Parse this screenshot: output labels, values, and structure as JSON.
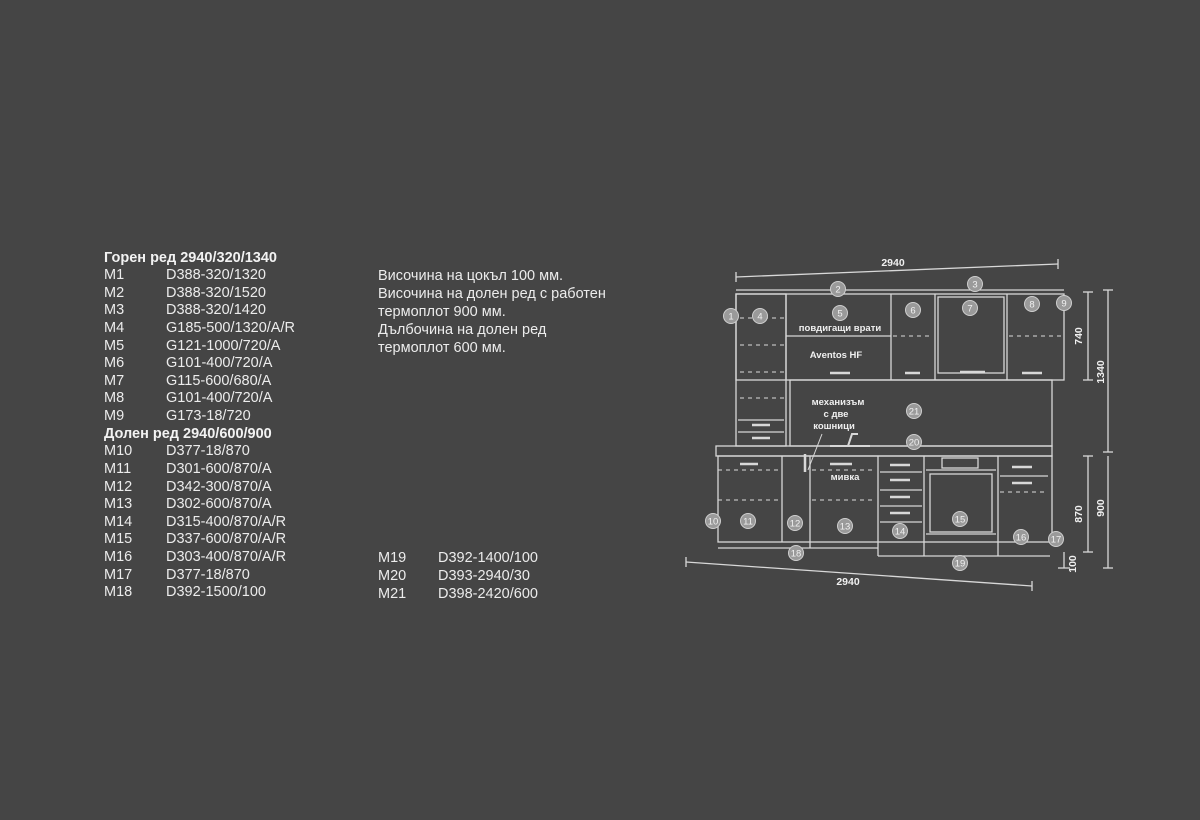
{
  "upper": {
    "heading": "Горен ред 2940/320/1340",
    "items": [
      {
        "m": "M1",
        "code": "D388-320/1320"
      },
      {
        "m": "M2",
        "code": "D388-320/1520"
      },
      {
        "m": "M3",
        "code": "D388-320/1420"
      },
      {
        "m": "M4",
        "code": "G185-500/1320/A/R"
      },
      {
        "m": "M5",
        "code": "G121-1000/720/A"
      },
      {
        "m": "M6",
        "code": "G101-400/720/A"
      },
      {
        "m": "M7",
        "code": "G115-600/680/A"
      },
      {
        "m": "M8",
        "code": "G101-400/720/A"
      },
      {
        "m": "M9",
        "code": "G173-18/720"
      }
    ]
  },
  "lower": {
    "heading": "Долен ред 2940/600/900",
    "items": [
      {
        "m": "M10",
        "code": "D377-18/870"
      },
      {
        "m": "M11",
        "code": "D301-600/870/A"
      },
      {
        "m": "M12",
        "code": "D342-300/870/A"
      },
      {
        "m": "M13",
        "code": "D302-600/870/A"
      },
      {
        "m": "M14",
        "code": "D315-400/870/A/R"
      },
      {
        "m": "M15",
        "code": "D337-600/870/A/R"
      },
      {
        "m": "M16",
        "code": "D303-400/870/A/R"
      },
      {
        "m": "M17",
        "code": "D377-18/870"
      },
      {
        "m": "M18",
        "code": "D392-1500/100"
      }
    ],
    "extra_items": [
      {
        "m": "M19",
        "code": "D392-1400/100"
      },
      {
        "m": "M20",
        "code": "D393-2940/30"
      },
      {
        "m": "M21",
        "code": "D398-2420/600"
      }
    ]
  },
  "notes": {
    "line1": "Височина на цокъл 100 мм.",
    "line2": "Височина на долен ред с работен",
    "line3": "термоплот 900 мм.",
    "line4": "Дълбочина на долен ред",
    "line5": "термоплот 600 мм."
  },
  "drawing": {
    "dim_top": "2940",
    "dim_bottom": "2940",
    "dim_740": "740",
    "dim_1340": "1340",
    "dim_870": "870",
    "dim_900": "900",
    "dim_100": "100",
    "label_lift_doors": "повдигащи врати",
    "label_aventos": "Aventos HF",
    "label_mech1": "механизъм",
    "label_mech2": "с две",
    "label_mech3": "кошници",
    "label_sink": "мивка",
    "markers": [
      "1",
      "2",
      "3",
      "4",
      "5",
      "6",
      "7",
      "8",
      "9",
      "10",
      "11",
      "12",
      "13",
      "14",
      "15",
      "16",
      "17",
      "18",
      "19",
      "20",
      "21"
    ]
  }
}
